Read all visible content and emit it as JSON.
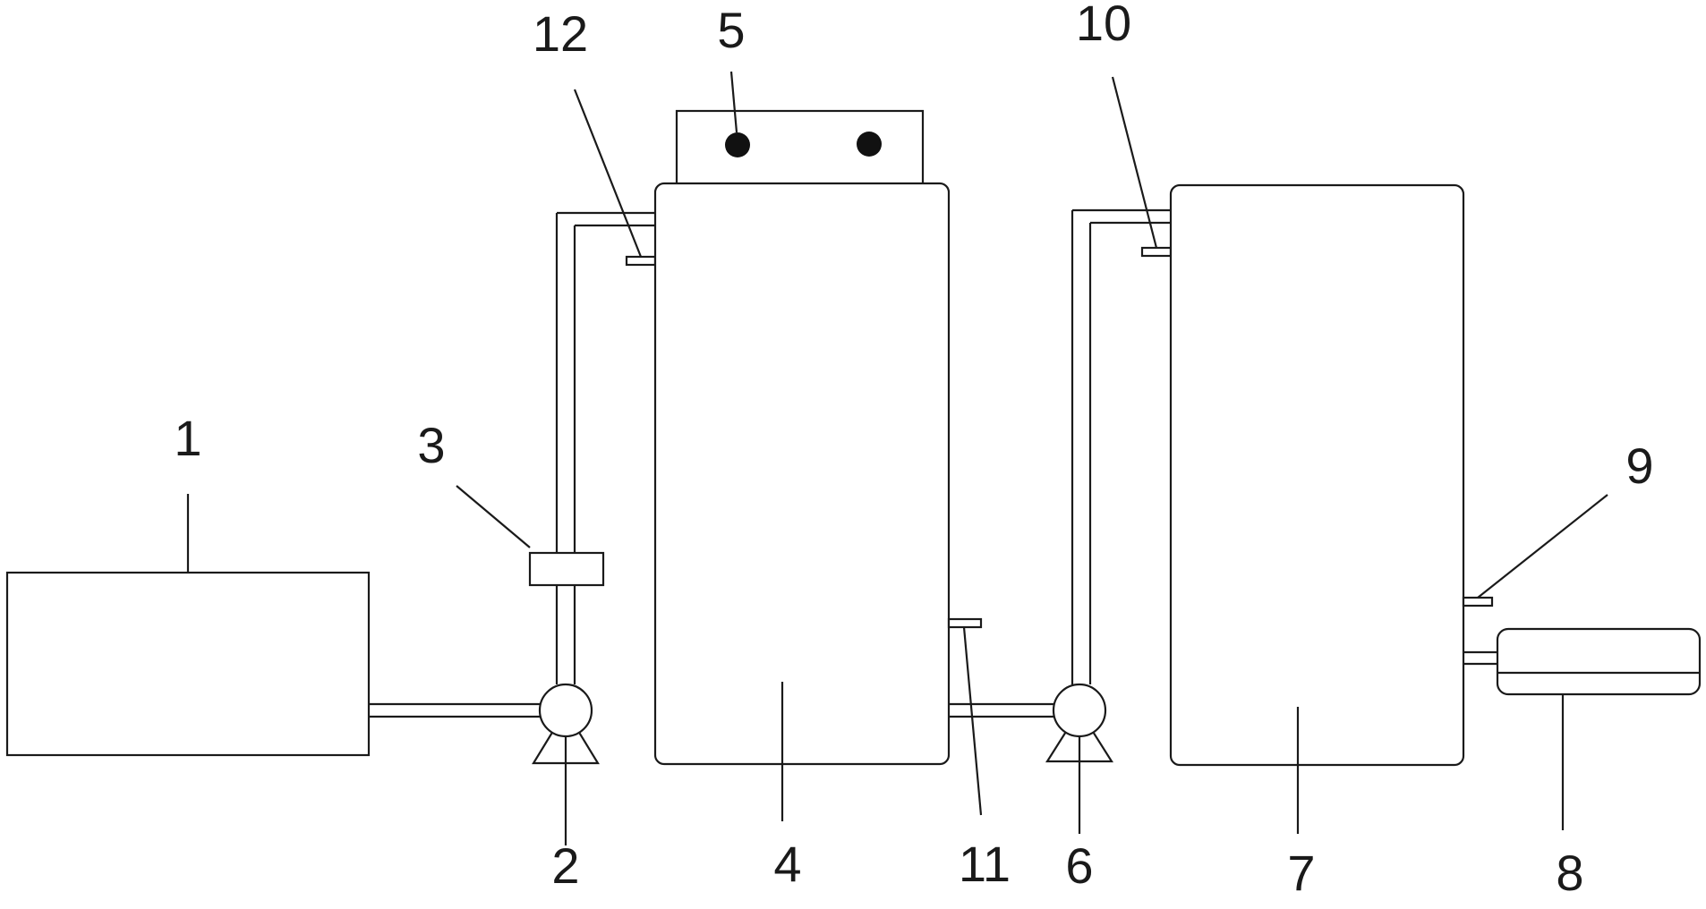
{
  "diagram": {
    "labels": {
      "l1": "1",
      "l2": "2",
      "l3": "3",
      "l4": "4",
      "l5": "5",
      "l6": "6",
      "l7": "7",
      "l8": "8",
      "l9": "9",
      "l10": "10",
      "l11": "11",
      "l12": "12"
    },
    "colors": {
      "line": "#1a1a1a",
      "background": "#ffffff"
    }
  }
}
